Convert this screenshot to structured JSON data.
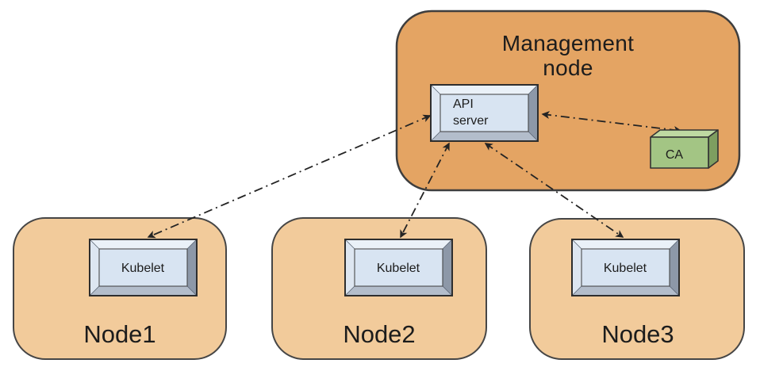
{
  "management_node": {
    "title": "Management node",
    "title_lines": [
      "Management",
      "node"
    ],
    "components": {
      "api_server": {
        "label": "API server",
        "label_lines": [
          "API",
          "server"
        ]
      },
      "ca": {
        "label": "CA"
      }
    }
  },
  "worker_nodes": [
    {
      "label": "Node1",
      "component": "Kubelet"
    },
    {
      "label": "Node2",
      "component": "Kubelet"
    },
    {
      "label": "Node3",
      "component": "Kubelet"
    }
  ],
  "connections": [
    {
      "from": "Node1 Kubelet",
      "to": "API server",
      "bidirectional": true,
      "style": "dash-dot"
    },
    {
      "from": "Node2 Kubelet",
      "to": "API server",
      "bidirectional": true,
      "style": "dash-dot"
    },
    {
      "from": "Node3 Kubelet",
      "to": "API server",
      "bidirectional": true,
      "style": "dash-dot"
    },
    {
      "from": "API server",
      "to": "CA",
      "bidirectional": true,
      "style": "dash-dot"
    }
  ],
  "colors": {
    "background": "#ffffff",
    "management_node_fill": "#e4a463",
    "management_node_border": "#3e3e3e",
    "worker_node_fill": "#f2cb9b",
    "worker_node_border": "#464646",
    "component_face": "#d8e4f2",
    "ca_front": "#a3c584",
    "ca_top": "#bed9a2",
    "ca_side": "#7e9e60",
    "arrow": "#242424",
    "text": "#1c1c1c"
  }
}
